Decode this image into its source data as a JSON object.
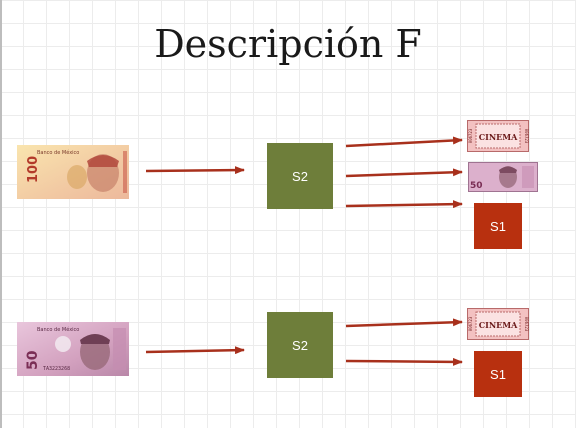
{
  "title": "Descripción F",
  "rows": [
    {
      "input": {
        "kind": "banknote",
        "denomination": "100",
        "bank_text": "Banco de México",
        "serial": "",
        "colors": [
          "#f7e2a6",
          "#e8b0ad"
        ]
      },
      "processor": {
        "label": "S2"
      },
      "outputs": [
        {
          "kind": "ticket",
          "text": "CINEMA",
          "side_numbers": "006723"
        },
        {
          "kind": "banknote",
          "denomination": "50"
        },
        {
          "kind": "box",
          "label": "S1"
        }
      ]
    },
    {
      "input": {
        "kind": "banknote",
        "denomination": "50",
        "bank_text": "Banco de México",
        "serial": "TA3223268",
        "colors": [
          "#d8a7c4",
          "#b886a8"
        ]
      },
      "processor": {
        "label": "S2"
      },
      "outputs": [
        {
          "kind": "ticket",
          "text": "CINEMA",
          "side_numbers": "006723"
        },
        {
          "kind": "box",
          "label": "S1"
        }
      ]
    }
  ],
  "colors": {
    "s2": "#6e7e3a",
    "s1": "#b8300f",
    "arrow": "#a8301c",
    "ticket": "#f3c1c1"
  }
}
